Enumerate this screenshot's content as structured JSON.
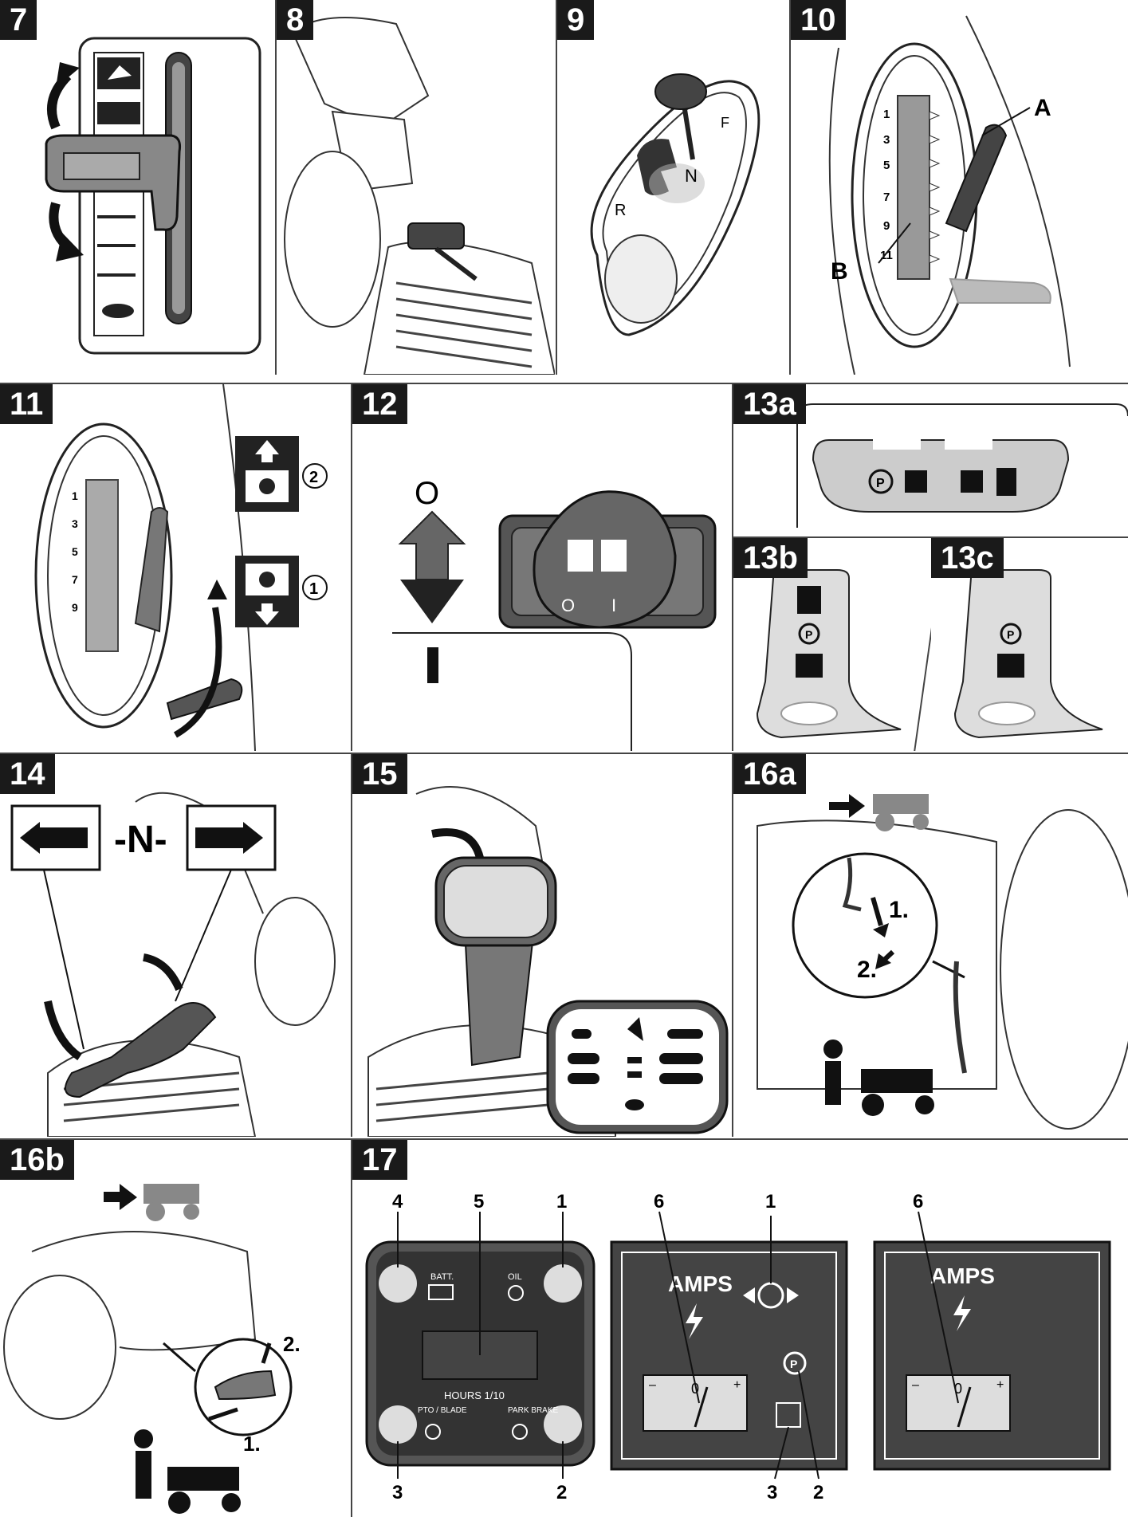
{
  "panels": {
    "p7": {
      "label": "7"
    },
    "p8": {
      "label": "8"
    },
    "p9": {
      "label": "9",
      "shift_f": "F",
      "shift_n": "N",
      "shift_r": "R"
    },
    "p10": {
      "label": "10",
      "ticks": [
        "1",
        "3",
        "5",
        "7",
        "9",
        "11"
      ],
      "callout_a": "A",
      "callout_b": "B"
    },
    "p11": {
      "label": "11",
      "ticks": [
        "1",
        "3",
        "5",
        "7",
        "9"
      ],
      "callout_1": "1",
      "callout_2": "2"
    },
    "p12": {
      "label": "12",
      "on": "O",
      "off": "I",
      "switch_o": "O",
      "switch_i": "I"
    },
    "p13a": {
      "label": "13a",
      "p": "P"
    },
    "p13b": {
      "label": "13b",
      "p": "P"
    },
    "p13c": {
      "label": "13c",
      "p": "P"
    },
    "p14": {
      "label": "14",
      "neutral": "-N-"
    },
    "p15": {
      "label": "15"
    },
    "p16a": {
      "label": "16a",
      "step1": "1.",
      "step2": "2."
    },
    "p16b": {
      "label": "16b",
      "step1": "1.",
      "step2": "2."
    },
    "p17": {
      "label": "17",
      "dash": {
        "batt": "BATT.",
        "oil": "OIL",
        "hours": "HOURS 1/10",
        "pto": "PTO / BLADE",
        "park": "PARK BRAKE",
        "n1": "1",
        "n2": "2",
        "n3": "3",
        "n4": "4",
        "n5": "5"
      },
      "amps1": {
        "amps": "AMPS",
        "n6": "6",
        "n1": "1",
        "n2": "2",
        "n3": "3",
        "minus": "–",
        "zero": "0",
        "plus": "+",
        "p": "P"
      },
      "amps2": {
        "amps": "AMPS",
        "n6": "6",
        "minus": "–",
        "zero": "0",
        "plus": "+"
      }
    }
  }
}
